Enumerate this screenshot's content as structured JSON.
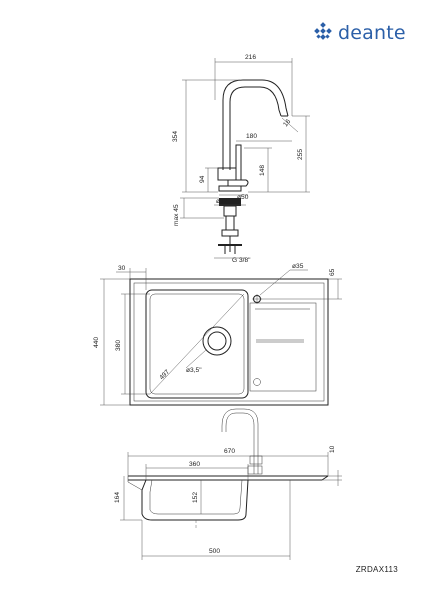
{
  "brand": {
    "name": "deante",
    "color": "#2b5fa8",
    "icon": "deante-logo-icon"
  },
  "model_code": "ZRDAX113",
  "faucet_dims": {
    "d216": "216",
    "d354": "354",
    "d180": "180",
    "d16": "16",
    "d255": "255",
    "d148": "148",
    "d94": "94",
    "d32": "ø32",
    "d50": "ø50",
    "max45": "max 45",
    "g38": "G 3/8\""
  },
  "top_dims": {
    "d30": "30",
    "d35": "ø35",
    "d65": "65",
    "d440": "440",
    "d380": "380",
    "d497": "497",
    "d35b": "ø3,5\""
  },
  "side_dims": {
    "d670": "670",
    "d10": "10",
    "d360": "360",
    "d164": "164",
    "d152": "152",
    "d500": "500"
  }
}
